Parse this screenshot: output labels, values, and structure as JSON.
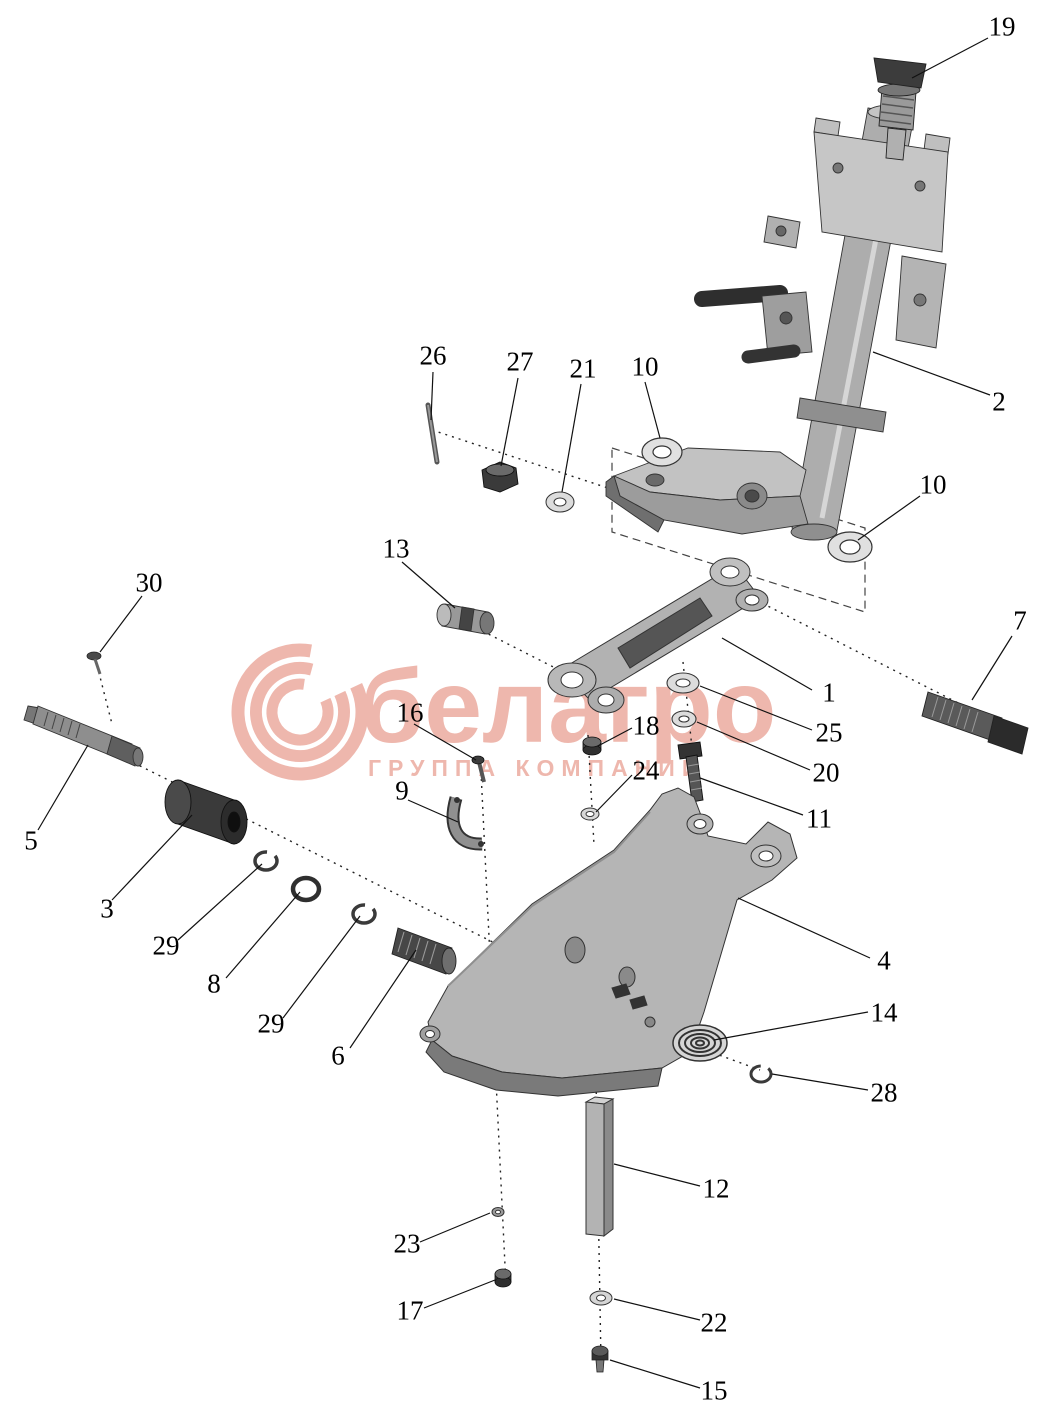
{
  "watermark": {
    "brand": "белагро",
    "subtitle": "ГРУППА КОМПАНИЙ",
    "color": "#e8a89f"
  },
  "callouts": [
    {
      "label": "19"
    },
    {
      "label": "2"
    },
    {
      "label": "26"
    },
    {
      "label": "27"
    },
    {
      "label": "21"
    },
    {
      "label": "10"
    },
    {
      "label": "10"
    },
    {
      "label": "13"
    },
    {
      "label": "30"
    },
    {
      "label": "7"
    },
    {
      "label": "1"
    },
    {
      "label": "16"
    },
    {
      "label": "18"
    },
    {
      "label": "25"
    },
    {
      "label": "9"
    },
    {
      "label": "24"
    },
    {
      "label": "20"
    },
    {
      "label": "11"
    },
    {
      "label": "5"
    },
    {
      "label": "3"
    },
    {
      "label": "29"
    },
    {
      "label": "8"
    },
    {
      "label": "29"
    },
    {
      "label": "6"
    },
    {
      "label": "4"
    },
    {
      "label": "14"
    },
    {
      "label": "28"
    },
    {
      "label": "12"
    },
    {
      "label": "23"
    },
    {
      "label": "17"
    },
    {
      "label": "22"
    },
    {
      "label": "15"
    }
  ]
}
